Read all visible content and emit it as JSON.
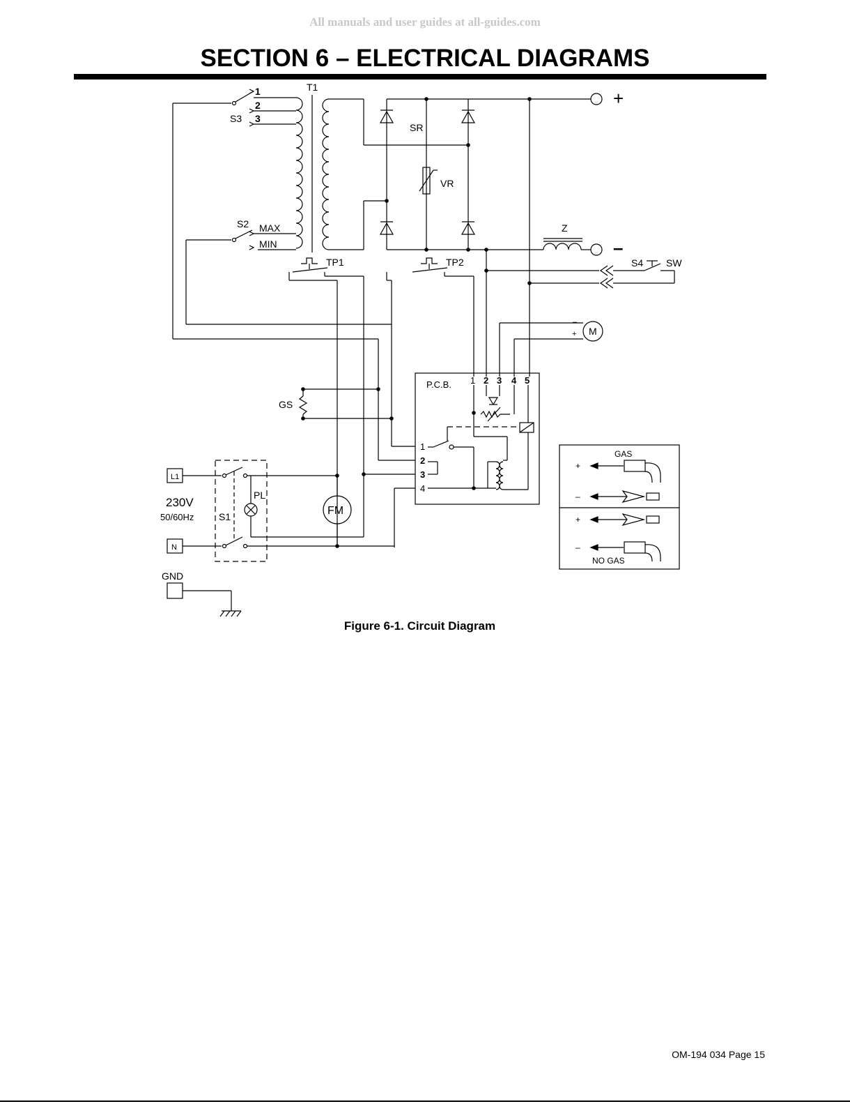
{
  "header": {
    "watermark": "All manuals and user guides at all-guides.com",
    "section_title": "SECTION 6 – ELECTRICAL DIAGRAMS"
  },
  "diagram": {
    "labels": {
      "t1": "T1",
      "s3": "S3",
      "tap1": "1",
      "tap2": "2",
      "tap3": "3",
      "sr": "SR",
      "vr": "VR",
      "s2": "S2",
      "max": "MAX",
      "min": "MIN",
      "z": "Z",
      "plus_terminal": "+",
      "minus_terminal": "–",
      "tp1": "TP1",
      "tp2": "TP2",
      "s4": "S4",
      "sw": "SW",
      "motor": "M",
      "motor_minus": "–",
      "motor_plus": "+",
      "pcb": "P.C.B.",
      "pcb_top_1": "1",
      "pcb_top_2": "2",
      "pcb_top_3": "3",
      "pcb_top_4": "4",
      "pcb_top_5": "5",
      "pcb_left_1": "1",
      "pcb_left_2": "2",
      "pcb_left_3": "3",
      "pcb_left_4": "4",
      "gs": "GS",
      "l1": "L1",
      "n": "N",
      "voltage": "230V",
      "frequency": "50/60Hz",
      "s1": "S1",
      "pl": "PL",
      "fm": "FM",
      "gnd": "GND",
      "gas": "GAS",
      "no_gas": "NO GAS",
      "pol_plus_1": "+",
      "pol_minus_1": "–",
      "pol_plus_2": "+",
      "pol_minus_2": "–"
    }
  },
  "caption": "Figure 6-1. Circuit Diagram",
  "footer": {
    "page_ref": "OM-194 034 Page 15"
  }
}
